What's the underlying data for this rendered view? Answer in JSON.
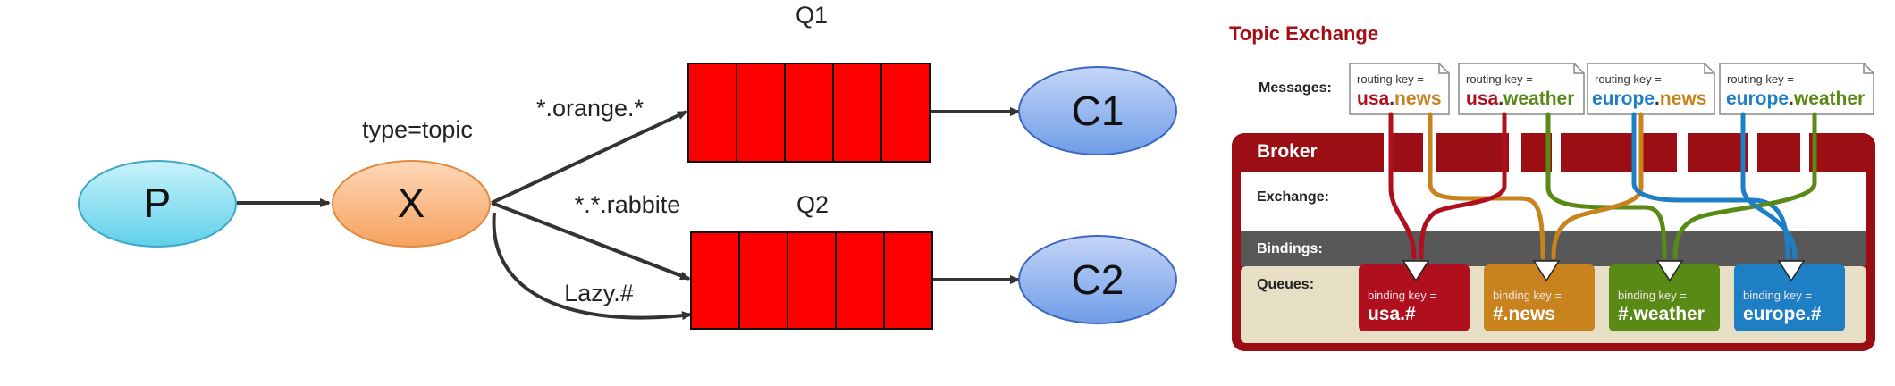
{
  "left_diagram": {
    "producer": "P",
    "exchange": {
      "label": "X",
      "type": "type=topic"
    },
    "queues": [
      {
        "name": "Q1",
        "binding": "*.orange.*",
        "consumer": "C1"
      },
      {
        "name": "Q2",
        "binding": "*.*.rabbite",
        "extra_binding": "Lazy.#",
        "consumer": "C2"
      }
    ]
  },
  "right_diagram": {
    "title": "Topic Exchange",
    "row_labels": {
      "messages": "Messages:",
      "broker": "Broker",
      "exchange": "Exchange:",
      "bindings": "Bindings:",
      "queues": "Queues:"
    },
    "messages": [
      {
        "caption": "routing key =",
        "part1": "usa",
        "dot": ".",
        "part2": "news"
      },
      {
        "caption": "routing key =",
        "part1": "usa",
        "dot": ".",
        "part2": "weather"
      },
      {
        "caption": "routing key =",
        "part1": "europe",
        "dot": ".",
        "part2": "news"
      },
      {
        "caption": "routing key =",
        "part1": "europe",
        "dot": ".",
        "part2": "weather"
      }
    ],
    "queues": [
      {
        "caption": "binding key =",
        "key": "usa.#"
      },
      {
        "caption": "binding key =",
        "key": "#.news"
      },
      {
        "caption": "binding key =",
        "key": "#.weather"
      },
      {
        "caption": "binding key =",
        "key": "europe.#"
      }
    ],
    "colors": {
      "usa": "#b0101e",
      "europe": "#1f7fc4",
      "news": "#c8821e",
      "weather": "#5a8a16",
      "broker": "#9b0e14",
      "bindings_band": "#585858",
      "queues_band": "#e7dfc5"
    }
  }
}
